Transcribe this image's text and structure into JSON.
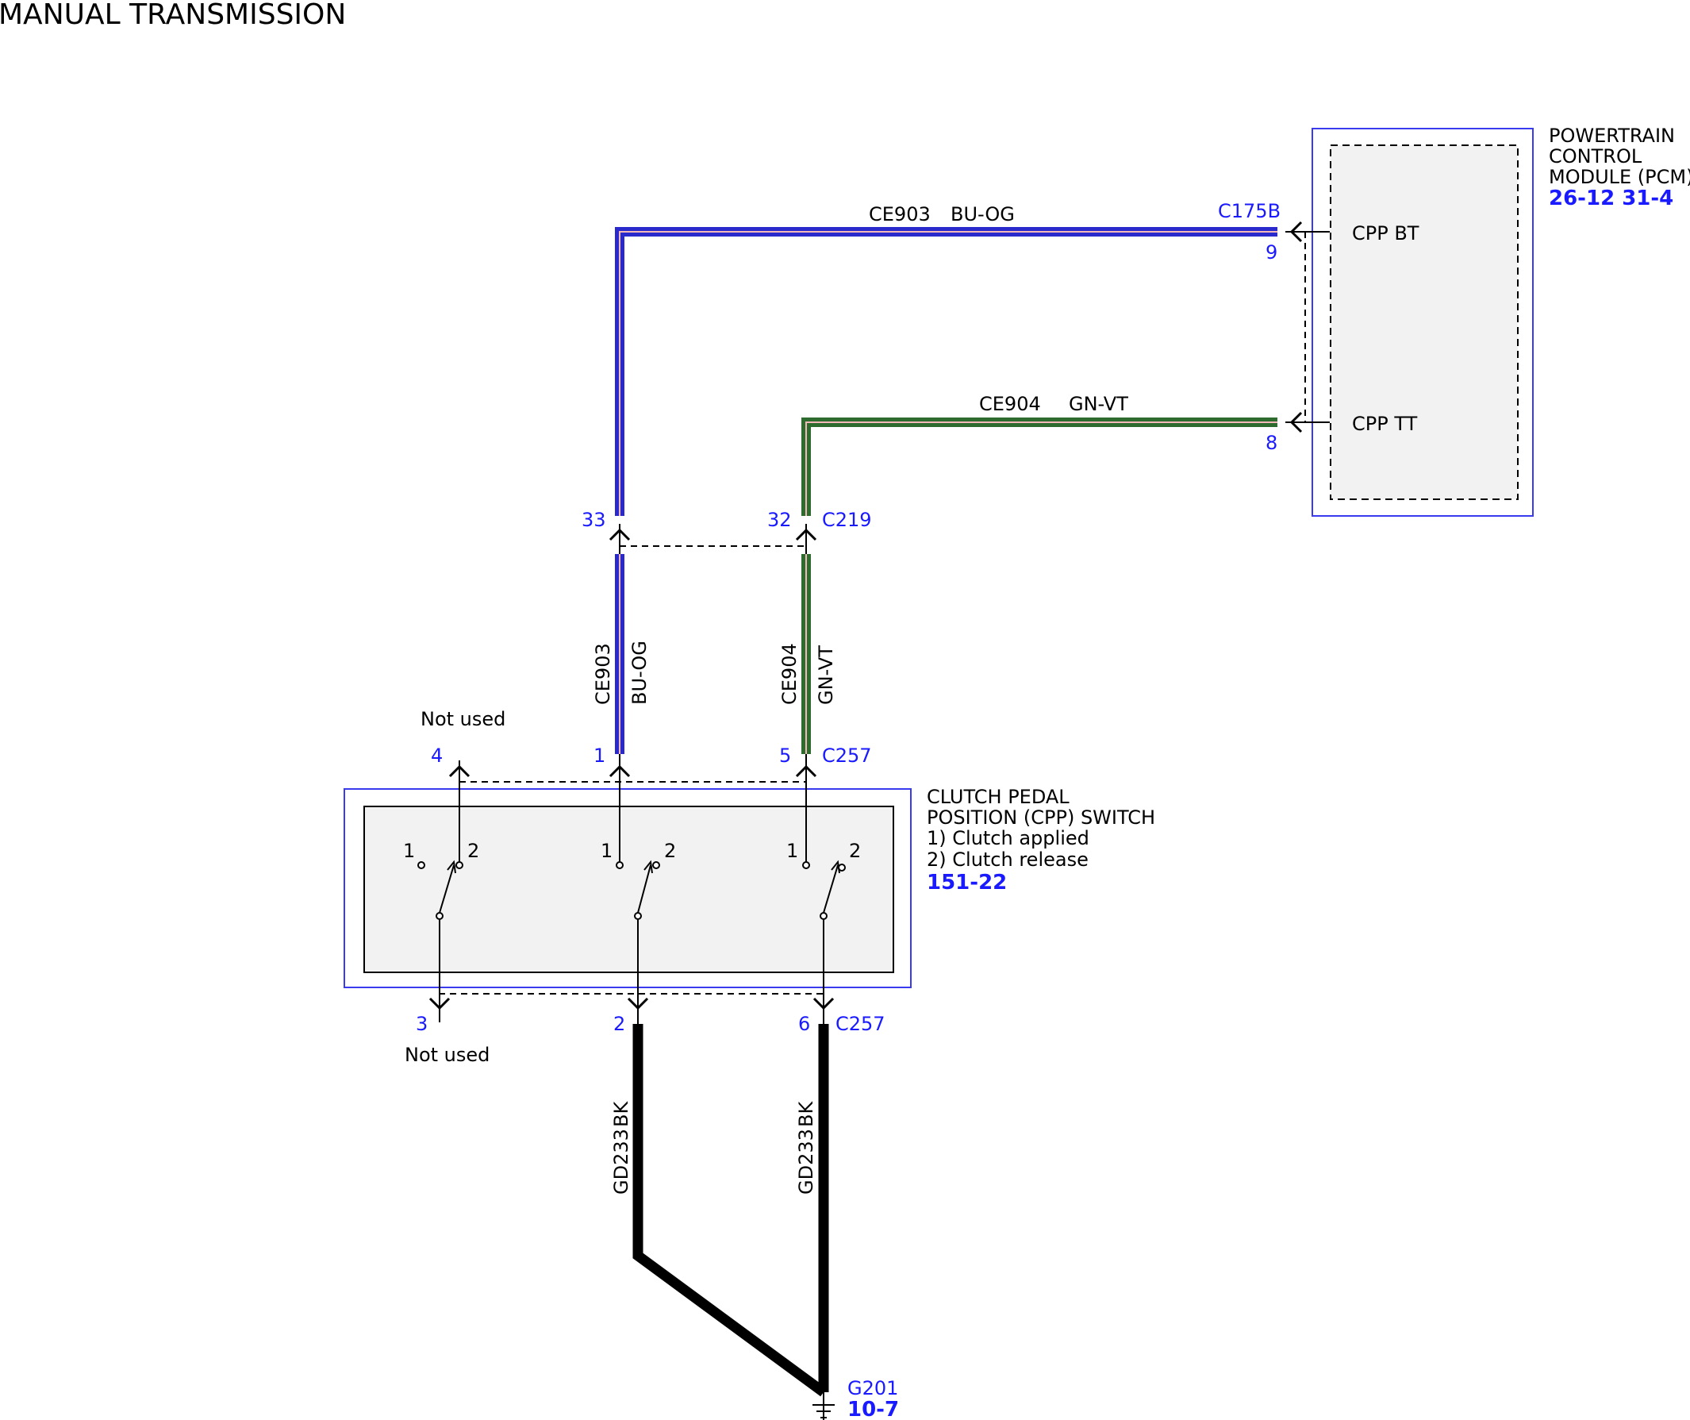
{
  "title": "MANUAL TRANSMISSION",
  "colors": {
    "module_border": "#3a3aee",
    "module_fill": "#f2f2f2",
    "pin_text": "#1a1aff",
    "wire_blue": "#2a2acc",
    "wire_green": "#2e6b2e",
    "wire_black": "#000000",
    "wire_center": "#f3b8b8"
  },
  "pcm": {
    "name_line1": "POWERTRAIN",
    "name_line2": "CONTROL",
    "name_line3": "MODULE (PCM)",
    "ref": "26-12 31-4",
    "connector": "C175B",
    "pin_bt_label": "CPP BT",
    "pin_bt": "9",
    "pin_tt_label": "CPP TT",
    "pin_tt": "8"
  },
  "wires": {
    "ce903": {
      "circuit": "CE903",
      "color": "BU-OG"
    },
    "ce904": {
      "circuit": "CE904",
      "color": "GN-VT"
    },
    "ground": {
      "circuit": "GD233",
      "color": "BK"
    }
  },
  "inline_connector": {
    "name": "C219",
    "pin_a": "33",
    "pin_b": "32"
  },
  "cpp_switch": {
    "name_line1": "CLUTCH PEDAL",
    "name_line2": "POSITION (CPP) SWITCH",
    "note1": "1) Clutch applied",
    "note2": "2) Clutch release",
    "ref": "151-22",
    "connector": "C257",
    "top_pins": [
      "4",
      "1",
      "5"
    ],
    "bottom_pins": [
      "3",
      "2",
      "6"
    ],
    "contact_1": "1",
    "contact_2": "2",
    "not_used": "Not used"
  },
  "ground": {
    "name": "G201",
    "ref": "10-7"
  }
}
